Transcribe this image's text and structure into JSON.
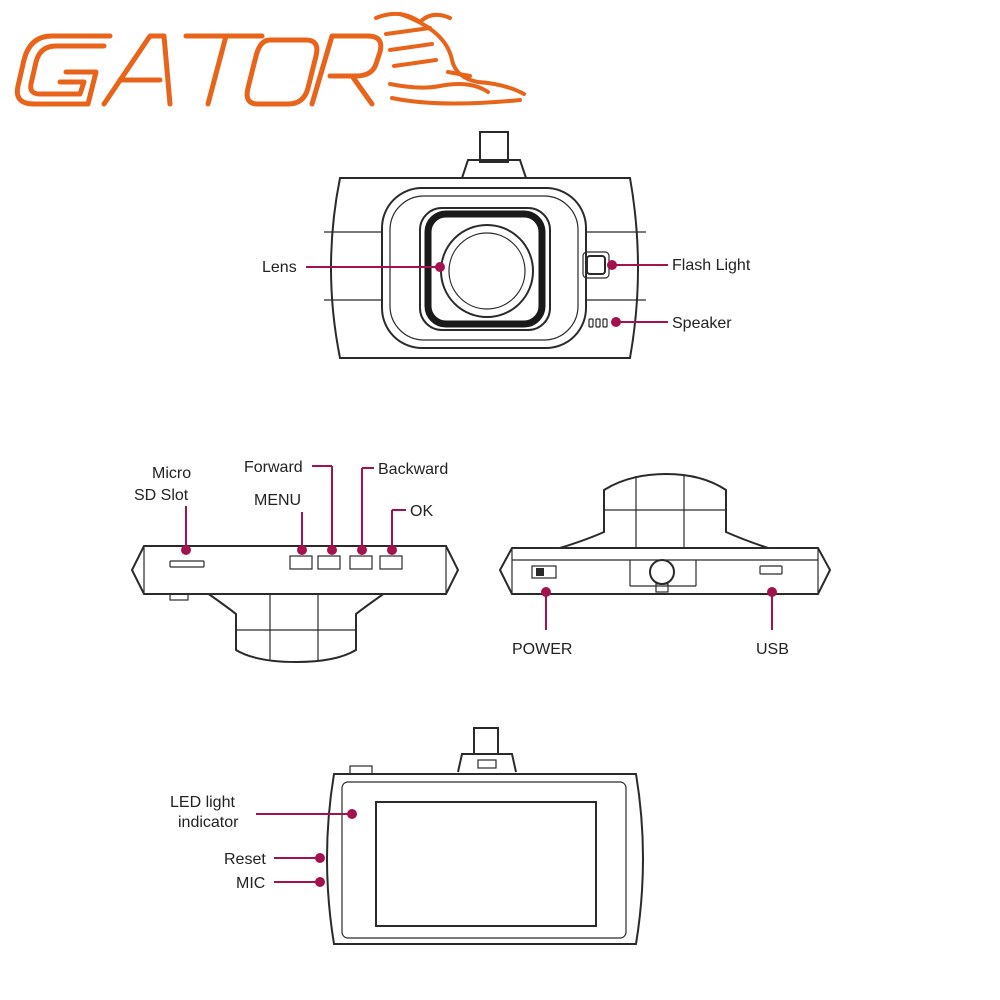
{
  "brand": {
    "name": "GATOR",
    "accent": "#e8641b"
  },
  "leader_color": "#a3124f",
  "front_view": {
    "labels": {
      "lens": "Lens",
      "flash": "Flash Light",
      "speaker": "Speaker"
    }
  },
  "top_view": {
    "labels": {
      "microsd_line1": "Micro",
      "microsd_line2": "SD Slot",
      "menu": "MENU",
      "forward": "Forward",
      "backward": "Backward",
      "ok": "OK"
    }
  },
  "bottom_view": {
    "labels": {
      "power": "POWER",
      "usb": "USB"
    }
  },
  "back_view": {
    "labels": {
      "led_line1": "LED light",
      "led_line2": "indicator",
      "reset": "Reset",
      "mic": "MIC"
    }
  }
}
